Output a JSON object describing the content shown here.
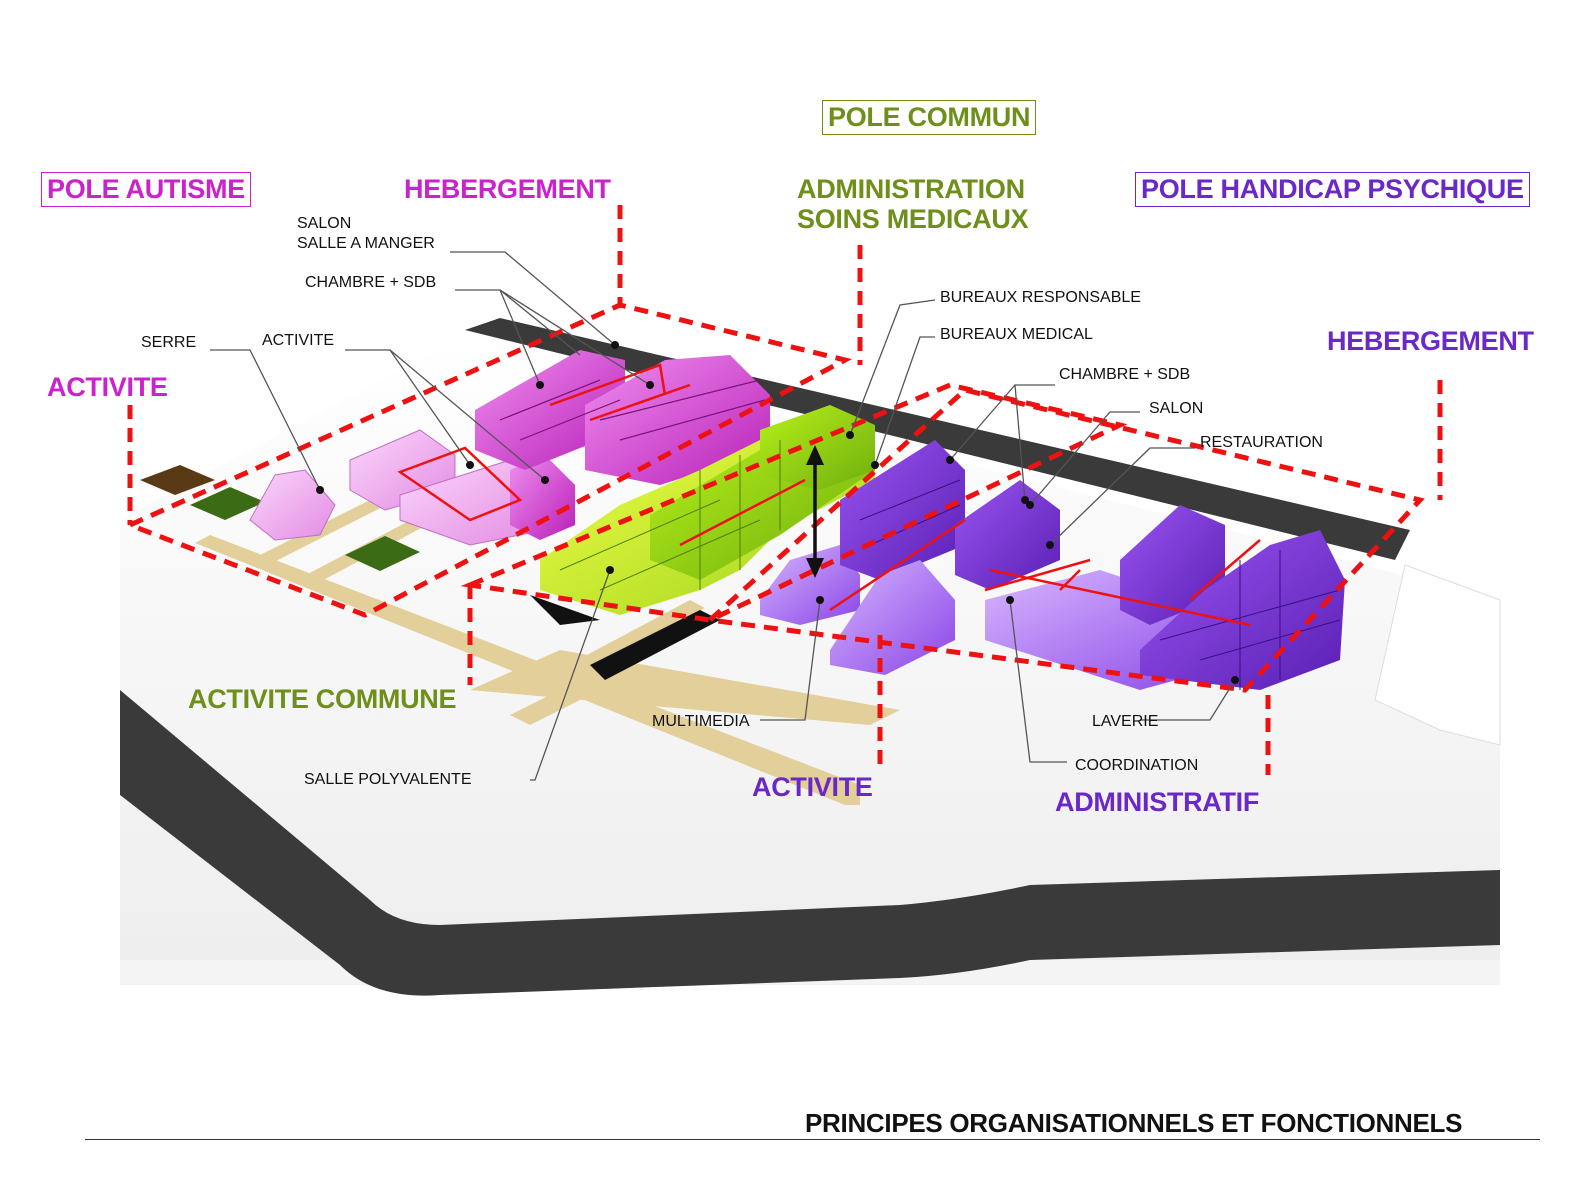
{
  "colors": {
    "autism": "#cc22cc",
    "common": "#6e8f1a",
    "psychic": "#6a28c8",
    "boundary": "#ee1111",
    "road": "#3a3a3a",
    "path": "#e2cf9a"
  },
  "headers": {
    "pole_commun": "POLE COMMUN",
    "pole_autisme": "POLE AUTISME",
    "hebergement_autisme": "HEBERGEMENT",
    "administration_line1": "ADMINISTRATION",
    "administration_line2": "SOINS MEDICAUX",
    "pole_handicap": "POLE HANDICAP PSYCHIQUE",
    "hebergement_psychique": "HEBERGEMENT",
    "activite_autisme": "ACTIVITE",
    "activite_commune": "ACTIVITE COMMUNE",
    "activite_psychique": "ACTIVITE",
    "administratif": "ADMINISTRATIF"
  },
  "labels": {
    "salon_1": "SALON",
    "salle_a_manger": "SALLE A MANGER",
    "chambre_sdb_1": "CHAMBRE + SDB",
    "serre": "SERRE",
    "activite_small": "ACTIVITE",
    "bureaux_responsable": "BUREAUX RESPONSABLE",
    "bureaux_medical": "BUREAUX MEDICAL",
    "chambre_sdb_2": "CHAMBRE + SDB",
    "salon_2": "SALON",
    "restauration": "RESTAURATION",
    "multimedia": "MULTIMEDIA",
    "salle_polyvalente": "SALLE POLYVALENTE",
    "laverie": "LAVERIE",
    "coordination": "COORDINATION"
  },
  "footer": {
    "title": "PRINCIPES ORGANISATIONNELS ET FONCTIONNELS"
  }
}
